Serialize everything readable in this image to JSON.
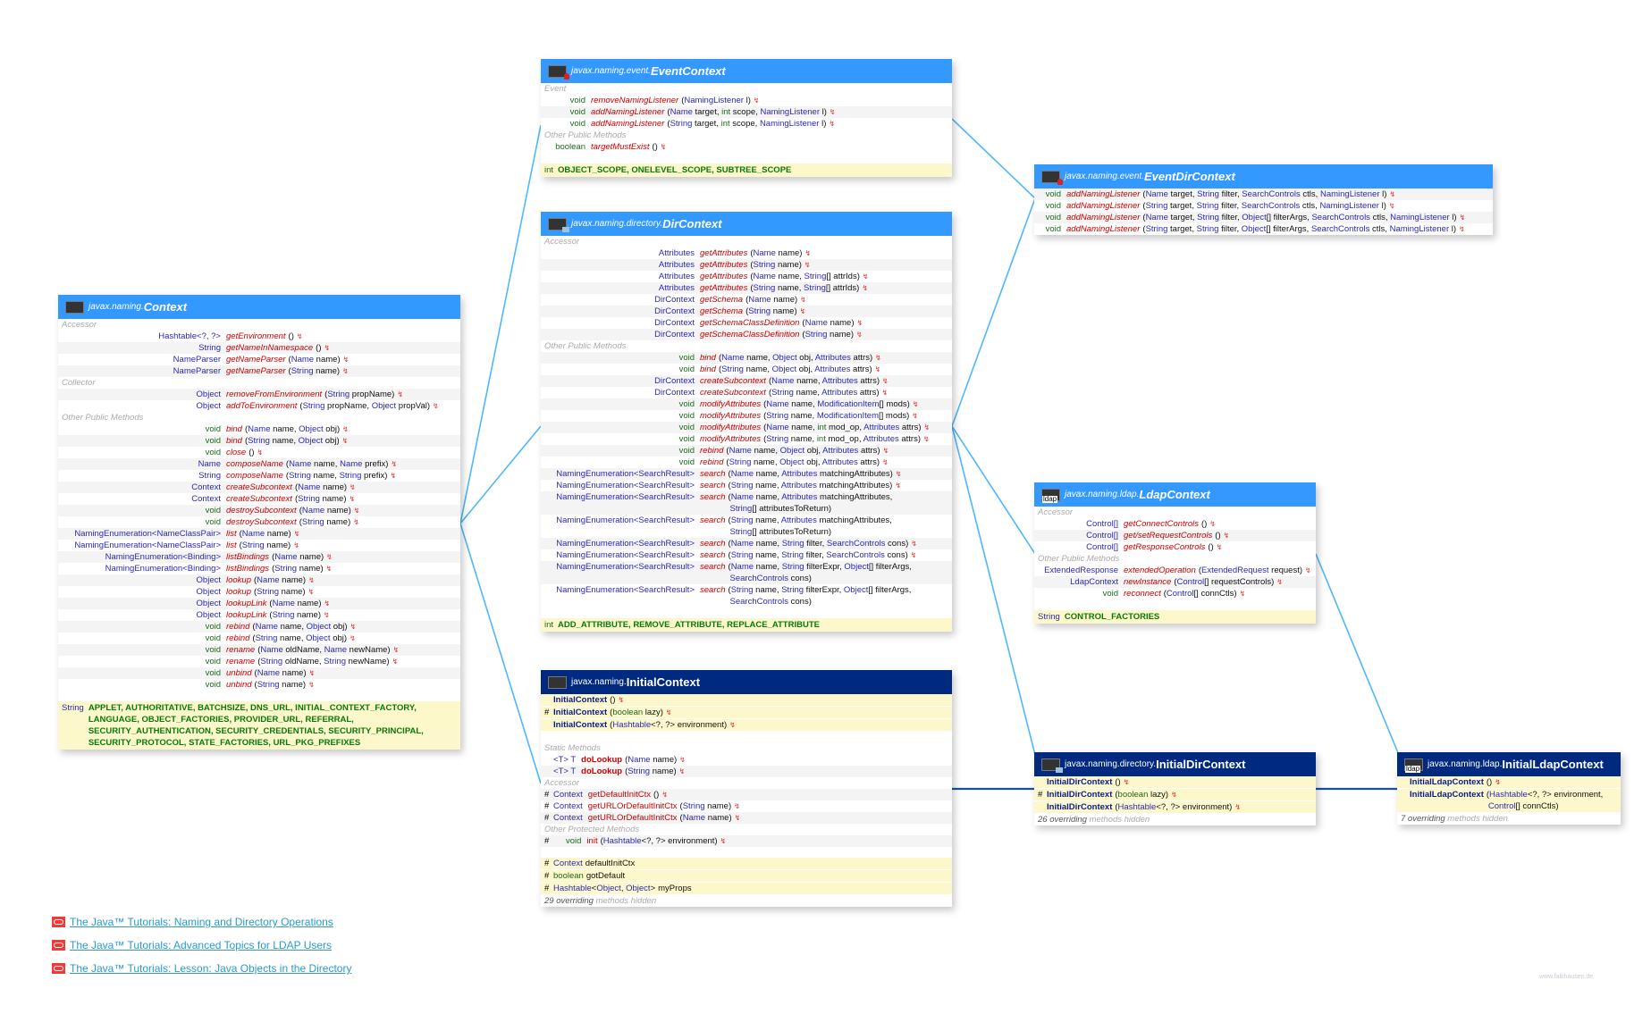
{
  "classes": [
    {
      "package": "javax.naming.",
      "name": "Context",
      "kind": "iface",
      "icon": "plain",
      "sections": [
        {
          "label": "Accessor",
          "rows": [
            {
              "ret": "Hashtable<?, ?>",
              "name": "getEnvironment",
              "params": "()"
            },
            {
              "ret": "String",
              "name": "getNameInNamespace",
              "params": "()"
            },
            {
              "ret": "NameParser",
              "name": "getNameParser",
              "params": "(Name name)"
            },
            {
              "ret": "NameParser",
              "name": "getNameParser",
              "params": "(String name)"
            }
          ]
        },
        {
          "label": "Collector",
          "rows": [
            {
              "ret": "Object",
              "name": "removeFromEnvironment",
              "params": "(String propName)"
            },
            {
              "ret": "Object",
              "name": "addToEnvironment",
              "params": "(String propName, Object propVal)"
            }
          ]
        },
        {
          "label": "Other Public Methods",
          "rows": [
            {
              "ret": "void",
              "name": "bind",
              "params": "(Name name, Object obj)"
            },
            {
              "ret": "void",
              "name": "bind",
              "params": "(String name, Object obj)"
            },
            {
              "ret": "void",
              "name": "close",
              "params": "()"
            },
            {
              "ret": "Name",
              "name": "composeName",
              "params": "(Name name, Name prefix)"
            },
            {
              "ret": "String",
              "name": "composeName",
              "params": "(String name, String prefix)"
            },
            {
              "ret": "Context",
              "name": "createSubcontext",
              "params": "(Name name)"
            },
            {
              "ret": "Context",
              "name": "createSubcontext",
              "params": "(String name)"
            },
            {
              "ret": "void",
              "name": "destroySubcontext",
              "params": "(Name name)"
            },
            {
              "ret": "void",
              "name": "destroySubcontext",
              "params": "(String name)"
            },
            {
              "ret": "NamingEnumeration<NameClassPair>",
              "name": "list",
              "params": "(Name name)"
            },
            {
              "ret": "NamingEnumeration<NameClassPair>",
              "name": "list",
              "params": "(String name)"
            },
            {
              "ret": "NamingEnumeration<Binding>",
              "name": "listBindings",
              "params": "(Name name)"
            },
            {
              "ret": "NamingEnumeration<Binding>",
              "name": "listBindings",
              "params": "(String name)"
            },
            {
              "ret": "Object",
              "name": "lookup",
              "params": "(Name name)"
            },
            {
              "ret": "Object",
              "name": "lookup",
              "params": "(String name)"
            },
            {
              "ret": "Object",
              "name": "lookupLink",
              "params": "(Name name)"
            },
            {
              "ret": "Object",
              "name": "lookupLink",
              "params": "(String name)"
            },
            {
              "ret": "void",
              "name": "rebind",
              "params": "(Name name, Object obj)"
            },
            {
              "ret": "void",
              "name": "rebind",
              "params": "(String name, Object obj)"
            },
            {
              "ret": "void",
              "name": "rename",
              "params": "(Name oldName, Name newName)"
            },
            {
              "ret": "void",
              "name": "rename",
              "params": "(String oldName, String newName)"
            },
            {
              "ret": "void",
              "name": "unbind",
              "params": "(Name name)"
            },
            {
              "ret": "void",
              "name": "unbind",
              "params": "(String name)"
            }
          ]
        }
      ],
      "constants": {
        "type": "String",
        "names": "APPLET, AUTHORITATIVE, BATCHSIZE, DNS_URL, INITIAL_CONTEXT_FACTORY, LANGUAGE, OBJECT_FACTORIES, PROVIDER_URL, REFERRAL, SECURITY_AUTHENTICATION, SECURITY_CREDENTIALS, SECURITY_PRINCIPAL, SECURITY_PROTOCOL, STATE_FACTORIES, URL_PKG_PREFIXES"
      }
    },
    {
      "package": "javax.naming.event.",
      "name": "EventContext",
      "kind": "iface",
      "icon": "event",
      "sections": [
        {
          "label": "Event",
          "rows": [
            {
              "ret": "void",
              "name": "removeNamingListener",
              "params": "(NamingListener l)"
            },
            {
              "ret": "void",
              "name": "addNamingListener",
              "params": "(Name target, int scope, NamingListener l)"
            },
            {
              "ret": "void",
              "name": "addNamingListener",
              "params": "(String target, int scope, NamingListener l)"
            }
          ]
        },
        {
          "label": "Other Public Methods",
          "rows": [
            {
              "ret": "boolean",
              "name": "targetMustExist",
              "params": "()"
            }
          ]
        }
      ],
      "constants": {
        "type": "int",
        "names": "OBJECT_SCOPE, ONELEVEL_SCOPE, SUBTREE_SCOPE"
      }
    },
    {
      "package": "javax.naming.directory.",
      "name": "DirContext",
      "kind": "iface",
      "icon": "dir",
      "sections": [
        {
          "label": "Accessor",
          "rows": [
            {
              "ret": "Attributes",
              "name": "getAttributes",
              "params": "(Name name)"
            },
            {
              "ret": "Attributes",
              "name": "getAttributes",
              "params": "(String name)"
            },
            {
              "ret": "Attributes",
              "name": "getAttributes",
              "params": "(Name name, String[] attrIds)"
            },
            {
              "ret": "Attributes",
              "name": "getAttributes",
              "params": "(String name, String[] attrIds)"
            },
            {
              "ret": "DirContext",
              "name": "getSchema",
              "params": "(Name name)"
            },
            {
              "ret": "DirContext",
              "name": "getSchema",
              "params": "(String name)"
            },
            {
              "ret": "DirContext",
              "name": "getSchemaClassDefinition",
              "params": "(Name name)"
            },
            {
              "ret": "DirContext",
              "name": "getSchemaClassDefinition",
              "params": "(String name)"
            }
          ]
        },
        {
          "label": "Other Public Methods",
          "rows": [
            {
              "ret": "void",
              "name": "bind",
              "params": "(Name name, Object obj, Attributes attrs)"
            },
            {
              "ret": "void",
              "name": "bind",
              "params": "(String name, Object obj, Attributes attrs)"
            },
            {
              "ret": "DirContext",
              "name": "createSubcontext",
              "params": "(Name name, Attributes attrs)"
            },
            {
              "ret": "DirContext",
              "name": "createSubcontext",
              "params": "(String name, Attributes attrs)"
            },
            {
              "ret": "void",
              "name": "modifyAttributes",
              "params": "(Name name, ModificationItem[] mods)"
            },
            {
              "ret": "void",
              "name": "modifyAttributes",
              "params": "(String name, ModificationItem[] mods)"
            },
            {
              "ret": "void",
              "name": "modifyAttributes",
              "params": "(Name name, int mod_op, Attributes attrs)"
            },
            {
              "ret": "void",
              "name": "modifyAttributes",
              "params": "(String name, int mod_op, Attributes attrs)"
            },
            {
              "ret": "void",
              "name": "rebind",
              "params": "(Name name, Object obj, Attributes attrs)"
            },
            {
              "ret": "void",
              "name": "rebind",
              "params": "(String name, Object obj, Attributes attrs)"
            },
            {
              "ret": "NamingEnumeration<SearchResult>",
              "name": "search",
              "params": "(Name name, Attributes matchingAttributes)"
            },
            {
              "ret": "NamingEnumeration<SearchResult>",
              "name": "search",
              "params": "(String name, Attributes matchingAttributes)"
            },
            {
              "ret": "NamingEnumeration<SearchResult>",
              "name": "search",
              "params": "(Name name, Attributes matchingAttributes,",
              "cont": "String[] attributesToReturn)"
            },
            {
              "ret": "NamingEnumeration<SearchResult>",
              "name": "search",
              "params": "(String name, Attributes matchingAttributes,",
              "cont": "String[] attributesToReturn)"
            },
            {
              "ret": "NamingEnumeration<SearchResult>",
              "name": "search",
              "params": "(Name name, String filter, SearchControls cons)"
            },
            {
              "ret": "NamingEnumeration<SearchResult>",
              "name": "search",
              "params": "(String name, String filter, SearchControls cons)"
            },
            {
              "ret": "NamingEnumeration<SearchResult>",
              "name": "search",
              "params": "(Name name, String filterExpr, Object[] filterArgs,",
              "cont": "SearchControls cons)"
            },
            {
              "ret": "NamingEnumeration<SearchResult>",
              "name": "search",
              "params": "(String name, String filterExpr, Object[] filterArgs,",
              "cont": "SearchControls cons)"
            }
          ]
        }
      ],
      "constants": {
        "type": "int",
        "names": "ADD_ATTRIBUTE, REMOVE_ATTRIBUTE, REPLACE_ATTRIBUTE"
      }
    },
    {
      "package": "javax.naming.",
      "name": "InitialContext",
      "kind": "cls",
      "icon": "plain",
      "ctors": [
        {
          "mod": "",
          "name": "InitialContext",
          "params": "()"
        },
        {
          "mod": "#",
          "name": "InitialContext",
          "params": "(boolean lazy)"
        },
        {
          "mod": "",
          "name": "InitialContext",
          "params": "(Hashtable<?, ?> environment)"
        }
      ],
      "sections": [
        {
          "label": "Static Methods",
          "static": true,
          "rows": [
            {
              "mod": "",
              "ret": "<T> T",
              "name": "doLookup",
              "params": "(Name name)"
            },
            {
              "mod": "",
              "ret": "<T> T",
              "name": "doLookup",
              "params": "(String name)"
            }
          ]
        },
        {
          "label": "Accessor",
          "rows": [
            {
              "mod": "#",
              "ret": "Context",
              "name": "getDefaultInitCtx",
              "params": "()"
            },
            {
              "mod": "#",
              "ret": "Context",
              "name": "getURLOrDefaultInitCtx",
              "params": "(String name)"
            },
            {
              "mod": "#",
              "ret": "Context",
              "name": "getURLOrDefaultInitCtx",
              "params": "(Name name)"
            }
          ]
        },
        {
          "label": "Other Protected Methods",
          "rows": [
            {
              "mod": "#",
              "ret": "void",
              "name": "init",
              "params": "(Hashtable<?, ?> environment)"
            }
          ]
        }
      ],
      "fields": [
        {
          "mod": "#",
          "type": "Context",
          "name": "defaultInitCtx"
        },
        {
          "mod": "#",
          "type": "boolean",
          "name": "gotDefault"
        },
        {
          "mod": "#",
          "type": "Hashtable<Object, Object>",
          "name": "myProps"
        }
      ],
      "hidden": {
        "count": "29 overriding",
        "rest": "methods hidden"
      }
    },
    {
      "package": "javax.naming.event.",
      "name": "EventDirContext",
      "kind": "iface",
      "icon": "event",
      "sections": [
        {
          "label": "",
          "rows": [
            {
              "ret": "void",
              "name": "addNamingListener",
              "params": "(Name target, String filter, SearchControls ctls, NamingListener l)"
            },
            {
              "ret": "void",
              "name": "addNamingListener",
              "params": "(String target, String filter, SearchControls ctls, NamingListener l)"
            },
            {
              "ret": "void",
              "name": "addNamingListener",
              "params": "(Name target, String filter, Object[] filterArgs, SearchControls ctls, NamingListener l)"
            },
            {
              "ret": "void",
              "name": "addNamingListener",
              "params": "(String target, String filter, Object[] filterArgs, SearchControls ctls, NamingListener l)"
            }
          ]
        }
      ]
    },
    {
      "package": "javax.naming.ldap.",
      "name": "LdapContext",
      "kind": "iface",
      "icon": "ldap",
      "sections": [
        {
          "label": "Accessor",
          "rows": [
            {
              "ret": "Control[]",
              "name": "getConnectControls",
              "params": "()"
            },
            {
              "ret": "Control[]",
              "name": "get/setRequestControls",
              "params": "()"
            },
            {
              "ret": "Control[]",
              "name": "getResponseControls",
              "params": "()"
            }
          ]
        },
        {
          "label": "Other Public Methods",
          "rows": [
            {
              "ret": "ExtendedResponse",
              "name": "extendedOperation",
              "params": "(ExtendedRequest request)"
            },
            {
              "ret": "LdapContext",
              "name": "newInstance",
              "params": "(Control[] requestControls)"
            },
            {
              "ret": "void",
              "name": "reconnect",
              "params": "(Control[] connCtls)"
            }
          ]
        }
      ],
      "constants": {
        "type": "String",
        "names": "CONTROL_FACTORIES"
      }
    },
    {
      "package": "javax.naming.directory.",
      "name": "InitialDirContext",
      "kind": "cls",
      "icon": "dir",
      "ctors": [
        {
          "mod": "",
          "name": "InitialDirContext",
          "params": "()"
        },
        {
          "mod": "#",
          "name": "InitialDirContext",
          "params": "(boolean lazy)"
        },
        {
          "mod": "",
          "name": "InitialDirContext",
          "params": "(Hashtable<?, ?> environment)"
        }
      ],
      "sections": [],
      "hidden": {
        "count": "26 overriding",
        "rest": "methods hidden"
      }
    },
    {
      "package": "javax.naming.ldap.",
      "name": "InitialLdapContext",
      "kind": "cls",
      "icon": "ldap",
      "ctors": [
        {
          "mod": "",
          "name": "InitialLdapContext",
          "params": "()"
        },
        {
          "mod": "",
          "name": "InitialLdapContext",
          "params": "(Hashtable<?, ?> environment,",
          "cont": "Control[] connCtls)"
        }
      ],
      "sections": [],
      "hidden": {
        "count": "7 overriding",
        "rest": "methods hidden"
      }
    }
  ],
  "links": [
    {
      "label": "The Java™ Tutorials: Naming and Directory Operations "
    },
    {
      "label": "The Java™ Tutorials: Advanced Topics for LDAP Users"
    },
    {
      "label": "The Java™ Tutorials: Lesson: Java Objects in the Directory"
    }
  ],
  "watermark": "www.falkhausen.de",
  "colors": {
    "interface_header": "#3399ff",
    "class_header": "#002a80",
    "constants_bg": "#fdf8cc",
    "connector": "#4db8ff",
    "class_connector": "#1a4fa0"
  }
}
